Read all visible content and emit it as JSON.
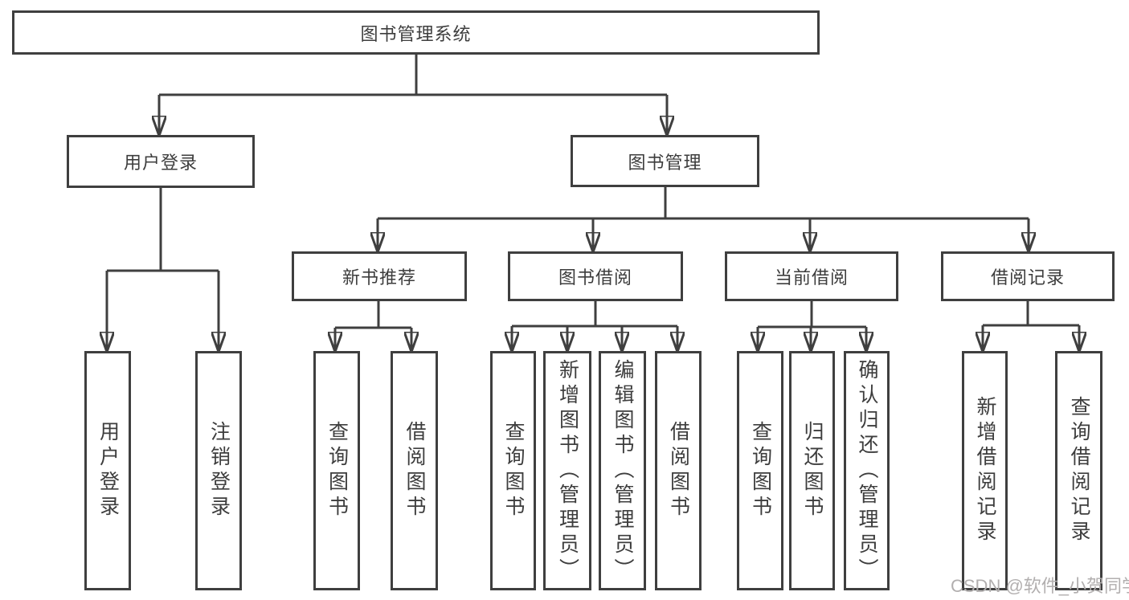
{
  "colors": {
    "line": "#3f3f3f",
    "box_border": "#3f3f3f",
    "text": "#3d3d3d",
    "background": "#ffffff",
    "watermark": "#b2afaf"
  },
  "watermark": {
    "text": "CSDN @软件_小贺同学"
  },
  "tree": {
    "root": {
      "label": "图书管理系统"
    },
    "branches": [
      {
        "label": "用户登录",
        "children": [
          {
            "label": "用户登录"
          },
          {
            "label": "注销登录"
          }
        ]
      },
      {
        "label": "图书管理",
        "sections": [
          {
            "label": "新书推荐",
            "children": [
              {
                "label": "查询图书"
              },
              {
                "label": "借阅图书"
              }
            ]
          },
          {
            "label": "图书借阅",
            "children": [
              {
                "label": "查询图书"
              },
              {
                "label": "新增图书（管理员）"
              },
              {
                "label": "编辑图书（管理员）"
              },
              {
                "label": "借阅图书"
              }
            ]
          },
          {
            "label": "当前借阅",
            "children": [
              {
                "label": "查询图书"
              },
              {
                "label": "归还图书"
              },
              {
                "label": "确认归还（管理员）"
              }
            ]
          },
          {
            "label": "借阅记录",
            "children": [
              {
                "label": "新增借阅记录"
              },
              {
                "label": "查询借阅记录"
              }
            ]
          }
        ]
      }
    ]
  }
}
